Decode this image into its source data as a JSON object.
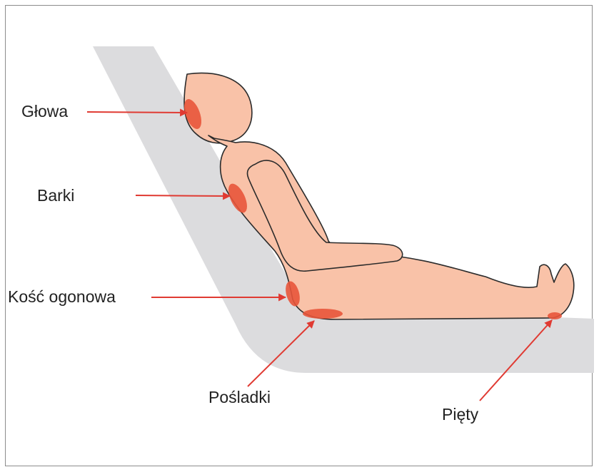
{
  "labels": {
    "glowa": "Głowa",
    "barki": "Barki",
    "kosc_ogonowa": "Kość ogonowa",
    "posladki": "Pośladki",
    "piety": "Pięty"
  },
  "colors": {
    "frame": "#8c8c8c",
    "surface": "#dcdcde",
    "skin": "#f9c2a8",
    "outline": "#2b2b2b",
    "pressure_point": "#e8553a",
    "arrow": "#e03a32",
    "text": "#222222"
  }
}
